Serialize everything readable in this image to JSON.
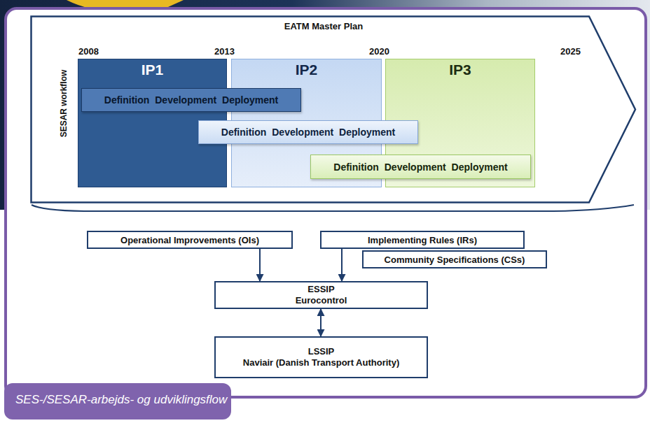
{
  "diagram": {
    "caption": "SES-/SESAR-arbejds- og udviklingsflow",
    "nodes": [
      {
        "text": [
          "EATM Master Plan"
        ]
      },
      {
        "text": [
          "IP1"
        ],
        "in": 0
      },
      {
        "text": [
          "IP2"
        ],
        "in": 0
      },
      {
        "text": [
          "IP3"
        ],
        "in": 0
      },
      {
        "text": [
          "Definition Development Deployment"
        ],
        "in": 0
      },
      {
        "text": [
          "Definition Development Deployment"
        ],
        "in": 0
      },
      {
        "text": [
          "Definition Development Deployment"
        ],
        "in": 0
      },
      {
        "text": [
          "Operational Improvements (OIs)"
        ]
      },
      {
        "text": [
          "Implementing Rules (IRs)"
        ]
      },
      {
        "text": [
          "Community Specifications (CSs)"
        ]
      },
      {
        "text": [
          "ESSIP",
          "Eurocontrol"
        ]
      },
      {
        "text": [
          "LSSIP",
          "Naviair (Danish Transport Authority)"
        ]
      }
    ],
    "edges": [
      {
        "from": 7,
        "to": 10,
        "arrow": "to"
      },
      {
        "from": 8,
        "to": 10,
        "arrow": "to"
      },
      {
        "from": 10,
        "to": 11,
        "arrow": "both"
      }
    ],
    "labels": [
      "2008",
      "2013",
      "2020",
      "2025",
      "SESAR workflow"
    ]
  }
}
